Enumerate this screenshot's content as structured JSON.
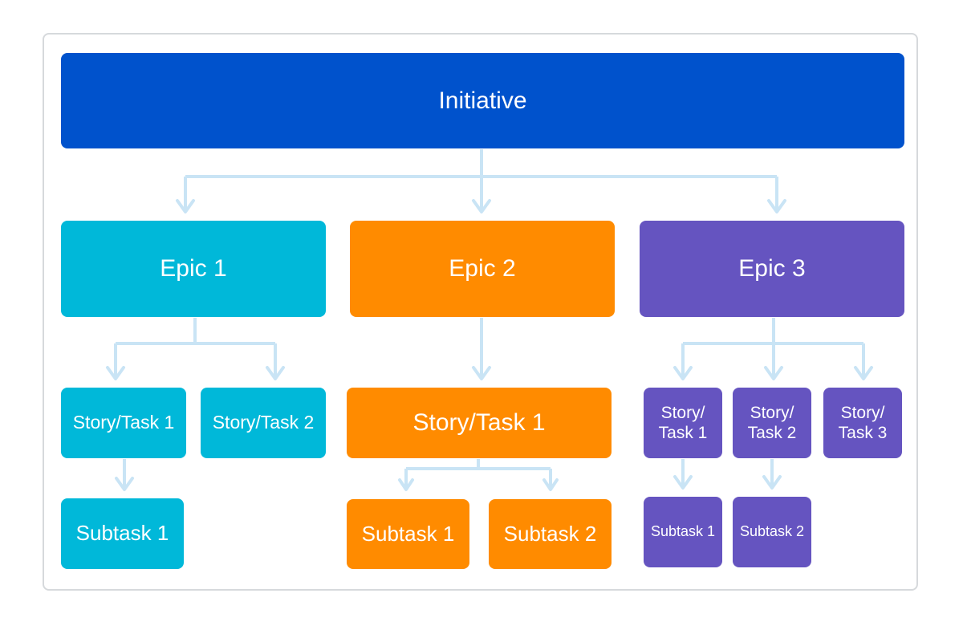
{
  "initiative": "Initiative",
  "epics": [
    {
      "label": "Epic 1",
      "color": "#00b8d9",
      "stories": [
        {
          "label": "Story/Task 1",
          "subtask": "Subtask 1"
        },
        {
          "label": "Story/Task 2"
        }
      ]
    },
    {
      "label": "Epic 2",
      "color": "#ff8b00",
      "stories": [
        {
          "label": "Story/Task 1",
          "subtasks": [
            "Subtask 1",
            "Subtask 2"
          ]
        }
      ]
    },
    {
      "label": "Epic 3",
      "color": "#6554c0",
      "stories": [
        {
          "line1": "Story/",
          "line2": "Task 1",
          "subtask": "Subtask 1"
        },
        {
          "line1": "Story/",
          "line2": "Task 2",
          "subtask": "Subtask 2"
        },
        {
          "line1": "Story/",
          "line2": "Task 3"
        }
      ]
    }
  ],
  "colors": {
    "initiative": "#0052cc",
    "connector": "#c9e4f5",
    "border": "#d6d9dc"
  }
}
